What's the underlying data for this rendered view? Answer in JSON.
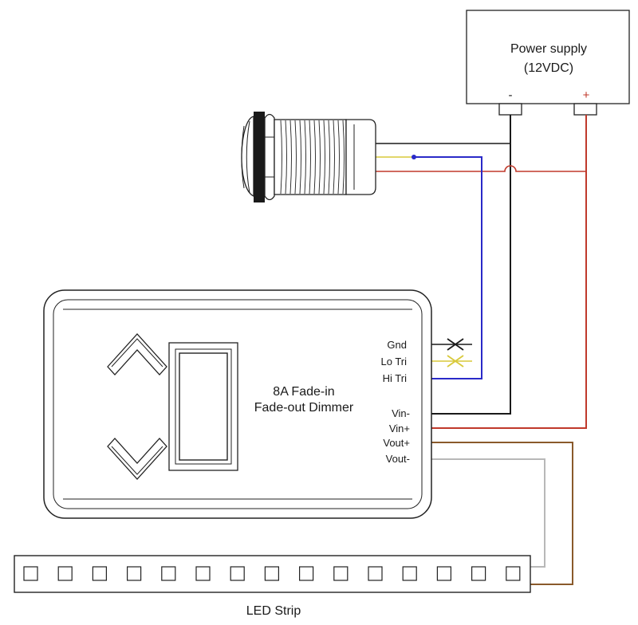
{
  "power_supply": {
    "label_line1": "Power supply",
    "label_line2": "(12VDC)",
    "neg_label": "-",
    "pos_label": "+"
  },
  "dimmer": {
    "title_line1": "8A Fade-in",
    "title_line2": "Fade-out Dimmer",
    "terminals": [
      "Gnd",
      "Lo Tri",
      "Hi Tri",
      "Vin-",
      "Vin+",
      "Vout+",
      "Vout-"
    ]
  },
  "led_strip": {
    "label": "LED Strip",
    "led_count": 15
  },
  "colors": {
    "black_wire": "#1a1a1a",
    "red_wire": "#c0392b",
    "yellow_wire": "#d8c93a",
    "blue_wire": "#2a2ac8",
    "brown_wire": "#8a5a2b",
    "gray_wire": "#b8b8b8",
    "outline": "#222222"
  },
  "icons": [
    "up-chevron-icon",
    "down-chevron-icon",
    "push-button-switch-icon",
    "wire-cut-icon"
  ]
}
